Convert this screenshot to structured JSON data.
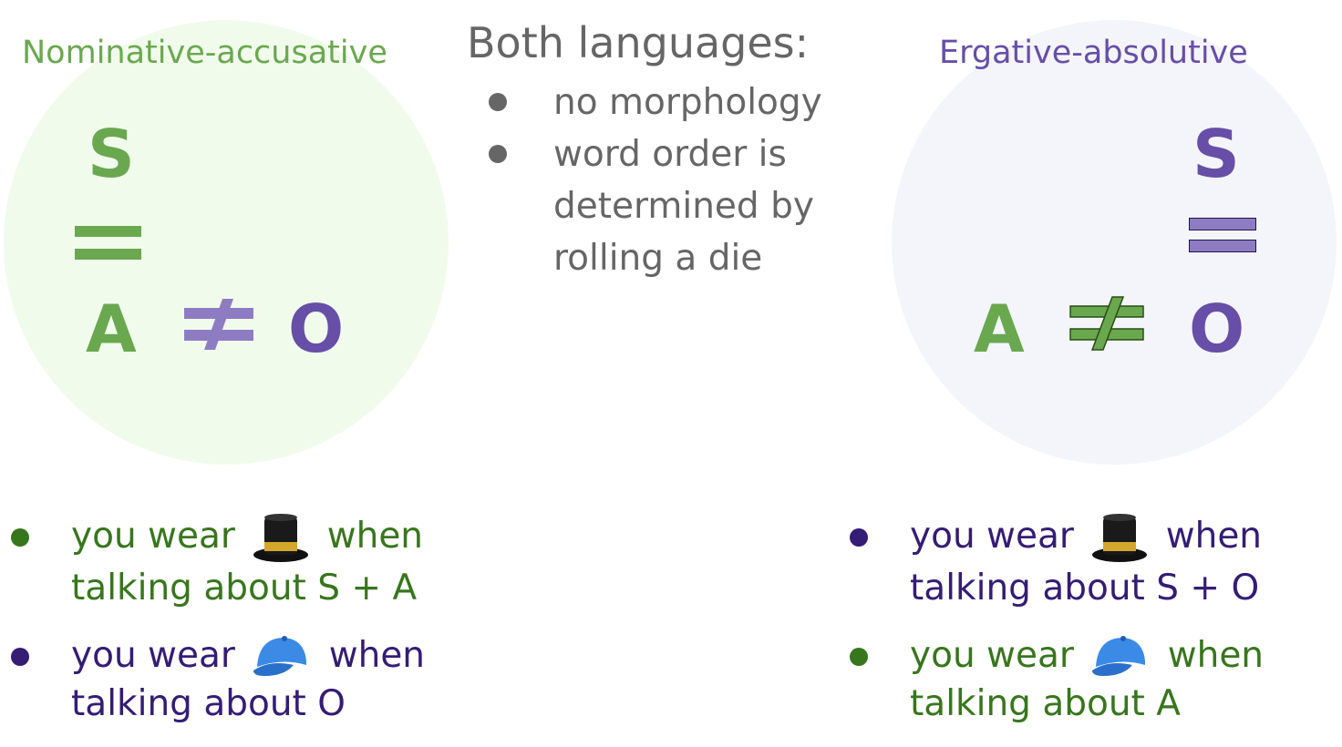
{
  "middle": {
    "title": "Both languages:",
    "bullets": [
      "no morphology",
      "word order is determined by rolling a die"
    ]
  },
  "left": {
    "heading": "Nominative-accusative",
    "s": "S",
    "a": "A",
    "o": "O",
    "rules": [
      {
        "text_before": "you wear",
        "icon": "top-hat-icon",
        "text_after": "when",
        "line2": "talking about S + A"
      },
      {
        "text_before": "you wear",
        "icon": "cap-icon",
        "text_after": "when",
        "line2": "talking about O"
      }
    ]
  },
  "right": {
    "heading": "Ergative-absolutive",
    "s": "S",
    "a": "A",
    "o": "O",
    "rules": [
      {
        "text_before": "you wear",
        "icon": "top-hat-icon",
        "text_after": "when",
        "line2": "talking about S + O"
      },
      {
        "text_before": "you wear",
        "icon": "cap-icon",
        "text_after": "when",
        "line2": "talking about A"
      }
    ]
  },
  "colors": {
    "green": "#6aa84f",
    "purple": "#674ea7",
    "light_purple": "#8e7cc3",
    "dark_green": "#38761d",
    "dark_purple": "#351c75",
    "gray": "#666666",
    "circle_left_fill": "#f1fbec",
    "circle_right_fill": "#f4f4fb"
  }
}
